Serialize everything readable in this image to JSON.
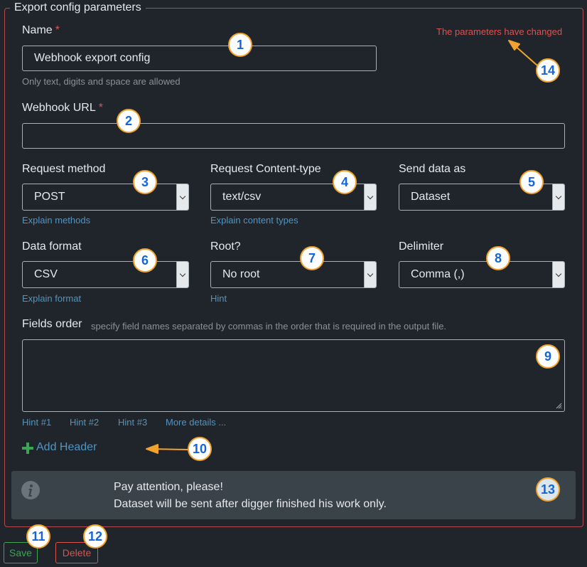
{
  "legend": "Export config parameters",
  "changed_notice": "The parameters have changed",
  "name": {
    "label": "Name",
    "required_mark": "*",
    "value": "Webhook export config",
    "help": "Only text, digits and space are allowed"
  },
  "webhook": {
    "label": "Webhook URL",
    "required_mark": "*",
    "value": ""
  },
  "request_method": {
    "label": "Request method",
    "value": "POST",
    "link": "Explain methods"
  },
  "content_type": {
    "label": "Request Content-type",
    "value": "text/csv",
    "link": "Explain content types"
  },
  "send_as": {
    "label": "Send data as",
    "value": "Dataset"
  },
  "data_format": {
    "label": "Data format",
    "value": "CSV",
    "link": "Explain format"
  },
  "root": {
    "label": "Root?",
    "value": "No root",
    "link": "Hint"
  },
  "delimiter": {
    "label": "Delimiter",
    "value": "Comma (,)"
  },
  "fields_order": {
    "label": "Fields order",
    "help": "specify field names separated by commas in the order that is required in the output file.",
    "hints": [
      "Hint #1",
      "Hint #2",
      "Hint #3",
      "More details ..."
    ]
  },
  "add_header": "Add Header",
  "alert": {
    "line1": "Pay attention, please!",
    "line2": "Dataset will be sent after digger finished his work only."
  },
  "buttons": {
    "save": "Save",
    "delete": "Delete"
  },
  "callouts": [
    "1",
    "2",
    "3",
    "4",
    "5",
    "6",
    "7",
    "8",
    "9",
    "10",
    "11",
    "12",
    "13",
    "14"
  ],
  "colors": {
    "background": "#1f252b",
    "border_error": "#b5484c",
    "link": "#4f95c4",
    "success": "#3aa655",
    "danger": "#d9534f",
    "callout_ring": "#f2a22e",
    "callout_text": "#1565d8"
  }
}
